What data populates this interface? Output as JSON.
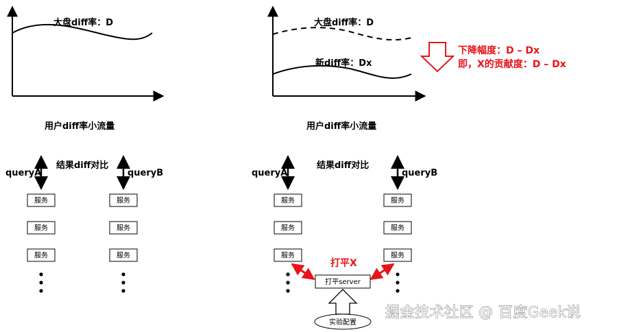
{
  "left_panel": {
    "chart_label": "大盘diff率：D",
    "caption": "用户diff率小流量",
    "query_a": "queryA",
    "query_b": "queryB",
    "compare_label": "结果diff对比",
    "service_label": "服务"
  },
  "right_panel": {
    "chart_label_dashed": "大盘diff率：D",
    "chart_label_new": "新diff率：Dx",
    "caption": "用户diff率小流量",
    "query_a": "queryA",
    "query_b": "queryB",
    "compare_label": "结果diff对比",
    "service_label": "服务",
    "flatten_label": "打平X",
    "flatten_server": "打平server",
    "experiment_config": "实验配置"
  },
  "annotation": {
    "line1": "下降幅度：D – Dx",
    "line2": "即，X的贡献度：D – Dx"
  },
  "watermark": "掘金技术社区 @ 百度Geek说",
  "colors": {
    "accent_red": "#e8141a",
    "line": "#000000"
  }
}
